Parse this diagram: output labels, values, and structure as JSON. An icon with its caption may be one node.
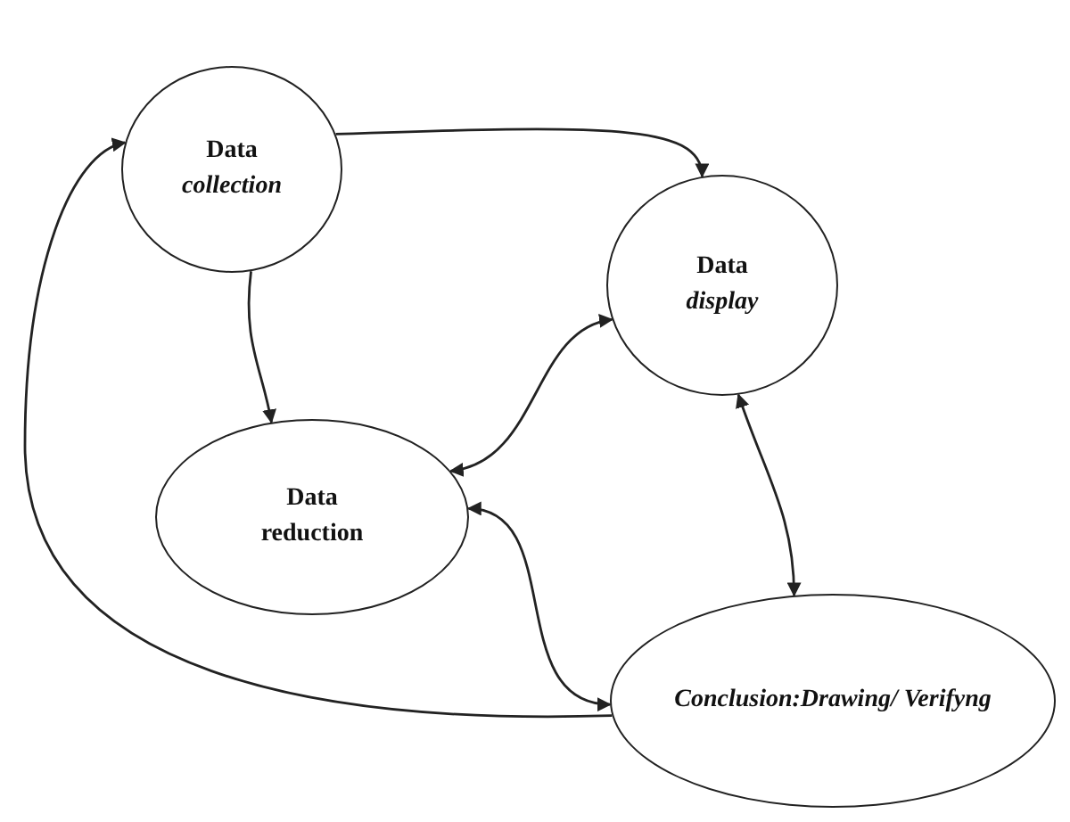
{
  "diagram": {
    "nodes": [
      {
        "text": [
          "Data *collection*"
        ]
      },
      {
        "text": [
          "Data *display*"
        ]
      },
      {
        "text": [
          "Data reduction"
        ]
      },
      {
        "text": [
          "Conclusion:Drawing/ Verifyng"
        ]
      }
    ],
    "edges": [
      {
        "from": 0,
        "to": 1,
        "arrow": "to"
      },
      {
        "from": 0,
        "to": 2,
        "arrow": "to"
      },
      {
        "from": 1,
        "to": 2,
        "arrow": "both"
      },
      {
        "from": 1,
        "to": 3,
        "arrow": "both"
      },
      {
        "from": 2,
        "to": 3,
        "arrow": "both"
      },
      {
        "from": 3,
        "to": 0,
        "arrow": "to"
      }
    ]
  }
}
